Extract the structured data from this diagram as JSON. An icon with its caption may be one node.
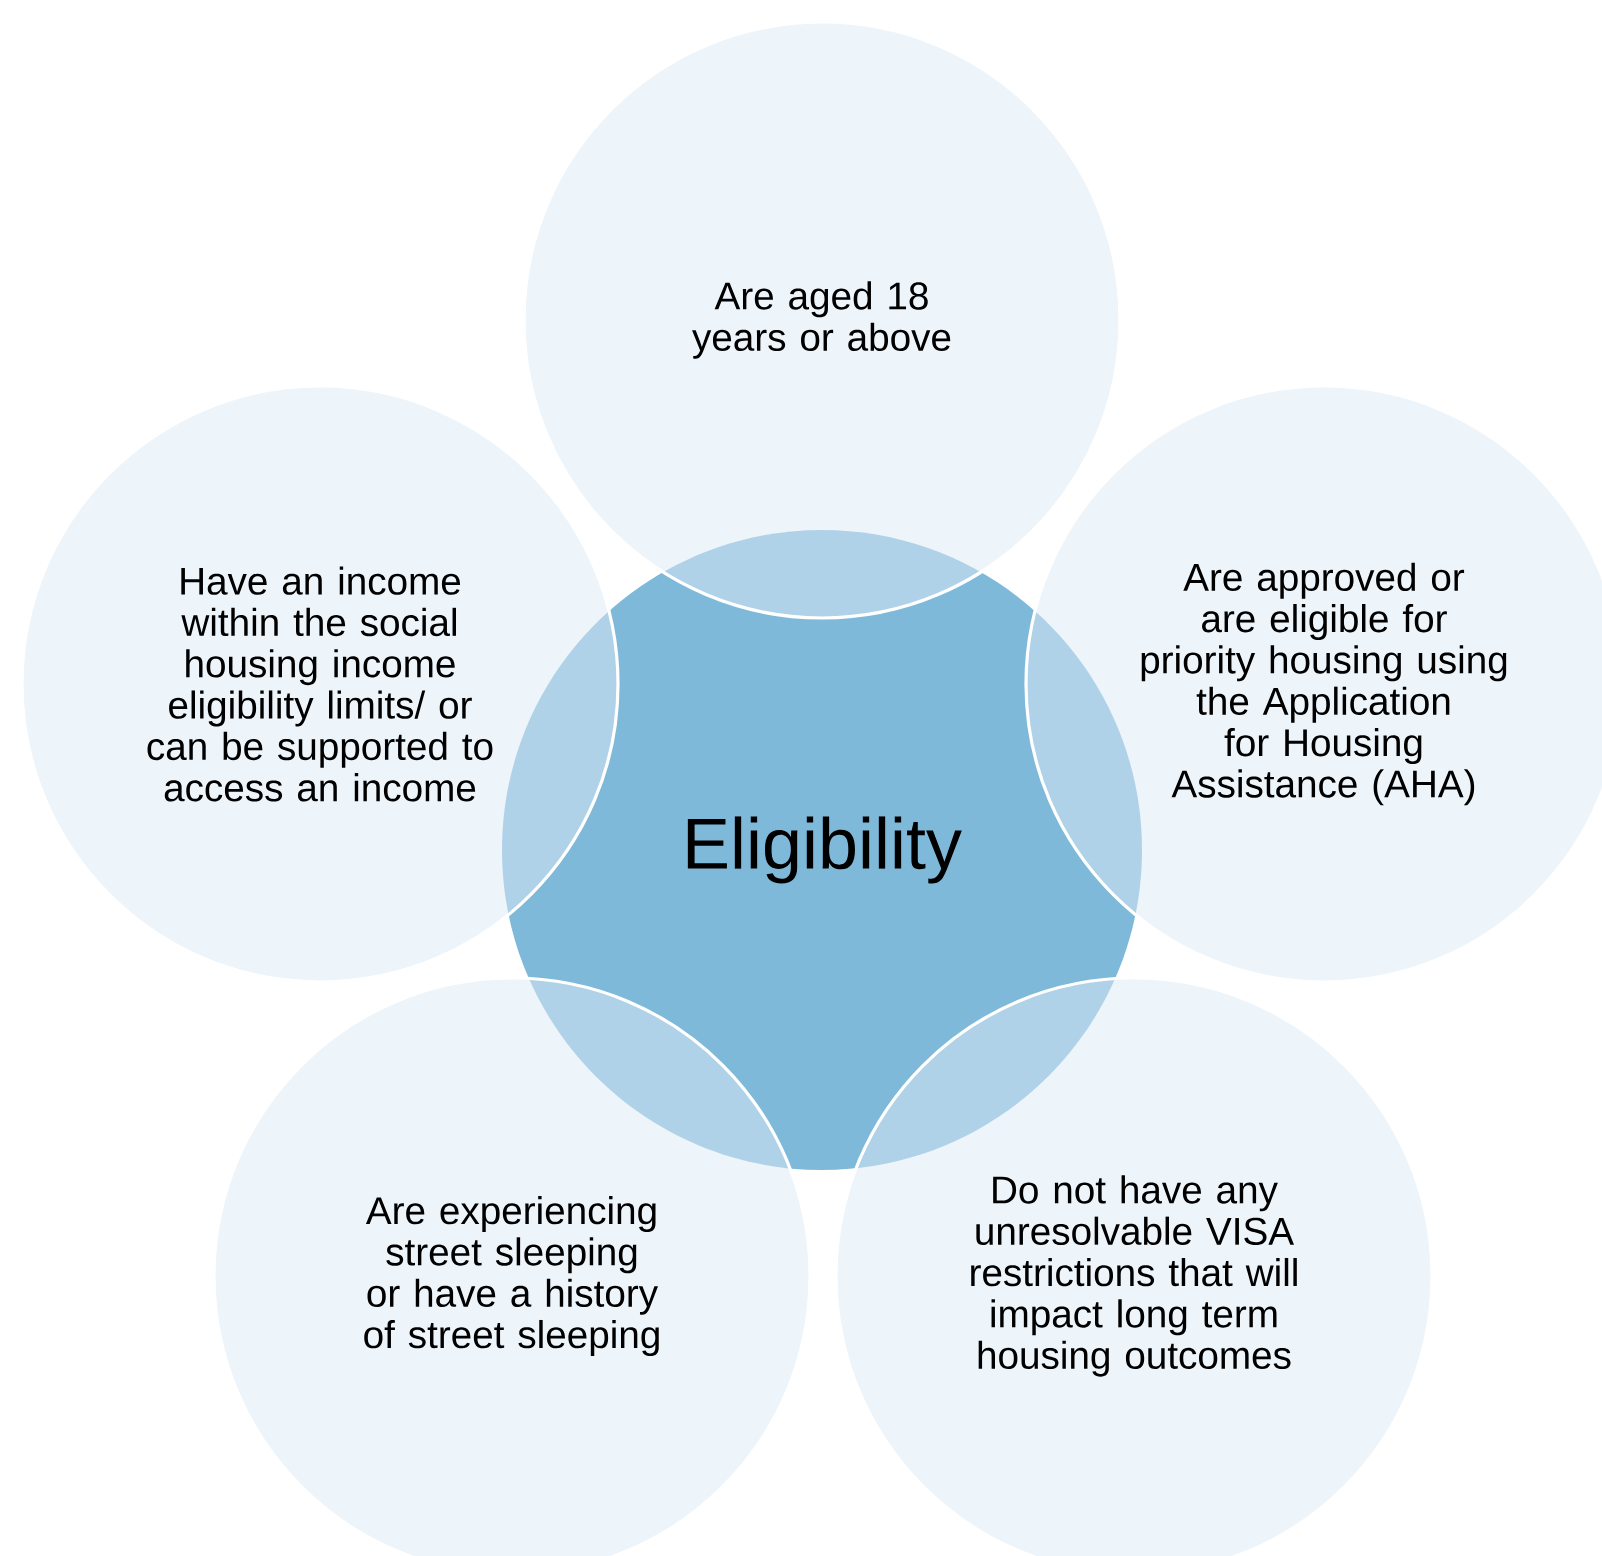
{
  "diagram": {
    "nodes": [
      {
        "text": [
          "Eligibility"
        ]
      },
      {
        "text": [
          "Are aged 18 years or above"
        ]
      },
      {
        "text": [
          "Have an income within the social housing income eligibility limits/ or can be supported to access an income"
        ]
      },
      {
        "text": [
          "Are approved or are eligible for priority housing using the Application for Housing Assistance (AHA)"
        ]
      },
      {
        "text": [
          "Are experiencing street sleeping or have a history of street sleeping"
        ]
      },
      {
        "text": [
          "Do not have any unresolvable VISA restrictions that will impact long term housing outcomes"
        ]
      }
    ]
  }
}
